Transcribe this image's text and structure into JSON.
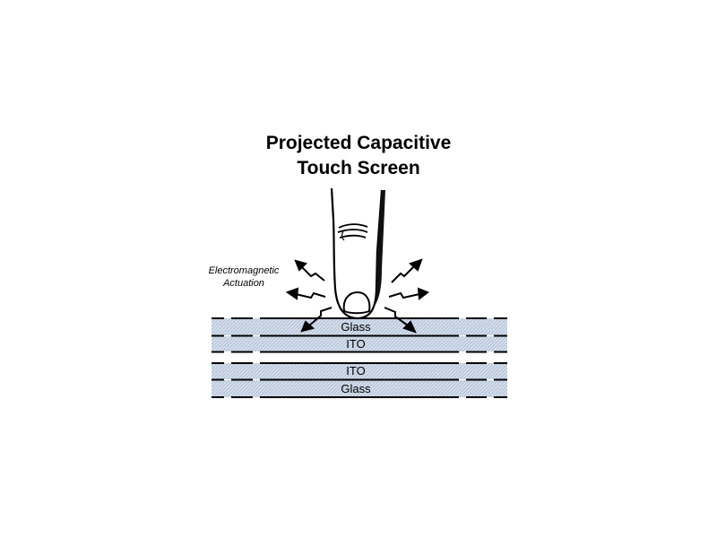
{
  "title": {
    "line1": "Projected Capacitive",
    "line2": "Touch Screen"
  },
  "annotation": {
    "line1": "Electromagnetic",
    "line2": "Actuation"
  },
  "layers": [
    {
      "name": "Glass",
      "label": "Glass"
    },
    {
      "name": "ITO",
      "label": "ITO"
    },
    {
      "name": "gap",
      "label": ""
    },
    {
      "name": "ITO",
      "label": "ITO"
    },
    {
      "name": "Glass",
      "label": "Glass"
    }
  ],
  "colors": {
    "layer_fill": "#c9d6e8",
    "line": "#000000",
    "background": "#ffffff"
  }
}
